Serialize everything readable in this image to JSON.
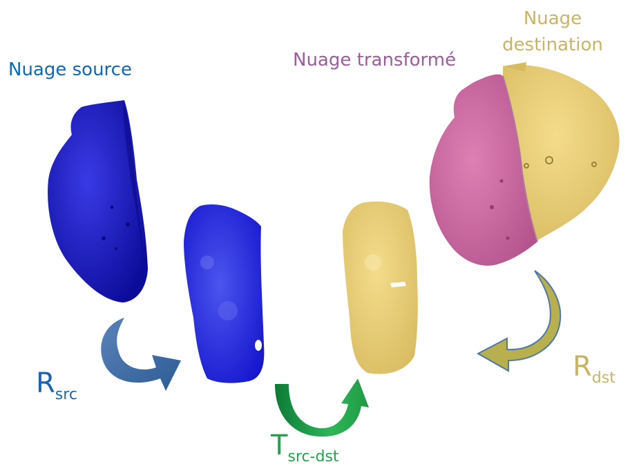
{
  "labels": {
    "source_cloud": "Nuage source",
    "transformed_cloud": "Nuage transformé",
    "destination_cloud_line1": "Nuage",
    "destination_cloud_line2": "destination"
  },
  "transforms": {
    "r_src": {
      "symbol": "R",
      "subscript": "src"
    },
    "t_src_dst": {
      "symbol": "T",
      "subscript": "src-dst"
    },
    "r_dst": {
      "symbol": "R",
      "subscript": "dst"
    }
  },
  "colors": {
    "source_blue": "#1515c8",
    "destination_yellow": "#e6cc74",
    "transformed_pink": "#c9689f",
    "arrow_rsrc": "#3f6ea6",
    "arrow_tsd": "#23a34a",
    "arrow_rdst": "#b5ad52"
  }
}
